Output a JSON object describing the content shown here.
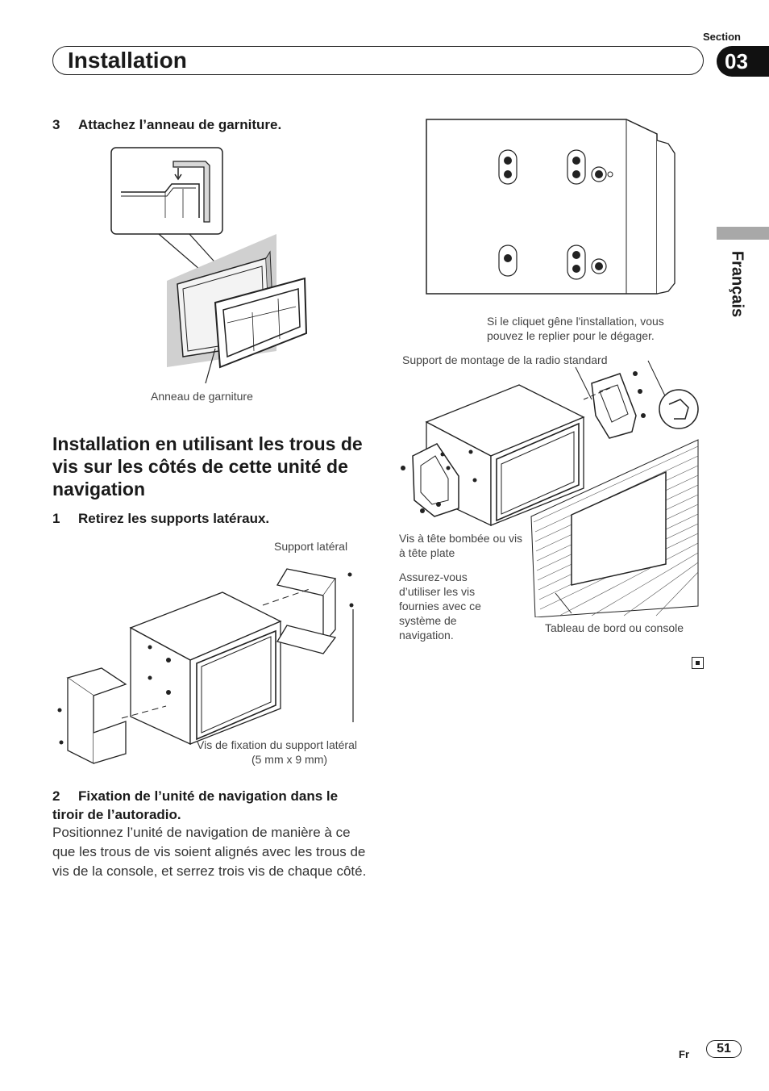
{
  "header": {
    "section_label": "Section",
    "section_number": "03",
    "title": "Installation"
  },
  "side_tab": {
    "language": "Français"
  },
  "step3": {
    "number": "3",
    "text": "Attachez l’anneau de garniture."
  },
  "fig_trim": {
    "caption": "Anneau de garniture"
  },
  "heading": "Installation en utilisant les trous de vis sur les côtés de cette unité de navigation",
  "step1": {
    "number": "1",
    "text": "Retirez les supports latéraux."
  },
  "fig_side": {
    "label_support": "Support latéral",
    "label_screws_line1": "Vis de fixation du support latéral",
    "label_screws_line2": "(5 mm x 9 mm)"
  },
  "step2": {
    "number": "2",
    "text": "Fixation de l’unité de navigation dans le tiroir de l’autoradio.",
    "body": "Positionnez l’unité de navigation de manière à ce que les trous de vis soient alignés avec les trous de vis de la console, et serrez trois vis de chaque côté."
  },
  "fig_mount": {
    "label_cliquet": "Si le cliquet gêne l'installation, vous pouvez le replier pour le dégager.",
    "label_support_radio": "Support de montage de la radio standard",
    "label_vis": "Vis à tête bombée ou vis à tête plate",
    "label_assurez": "Assurez-vous d’utiliser les vis fournies avec ce système de navigation.",
    "label_tableau": "Tableau de bord ou console"
  },
  "footer": {
    "lang": "Fr",
    "page": "51"
  }
}
